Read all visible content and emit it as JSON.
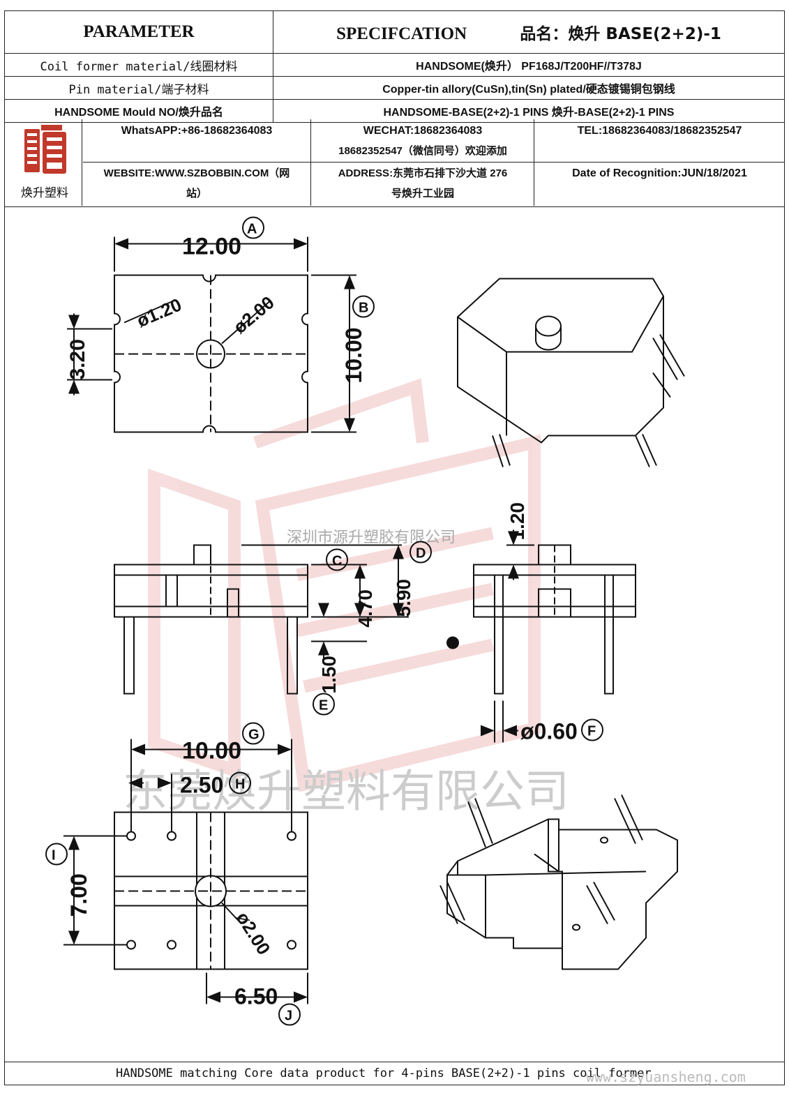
{
  "header": {
    "parameter": "PARAMETER",
    "specification": "SPECIFCATION",
    "product_name": "品名：焕升 BASE(2+2)-1"
  },
  "rows": [
    {
      "label": "Coil former material/线圈材料",
      "value": "HANDSOME(焕升）  PF168J/T200HF//T378J"
    },
    {
      "label": "Pin material/端子材料",
      "value": "Copper-tin allory(CuSn),tin(Sn) plated/硬态镀锡铜包钢线"
    },
    {
      "label": "HANDSOME Mould NO/焕升品名",
      "value": "HANDSOME-BASE(2+2)-1 PINS    焕升-BASE(2+2)-1 PINS"
    }
  ],
  "company": {
    "logo_text": "焕升塑料",
    "whatsapp": "WhatsAPP:+86-18682364083",
    "wechat_1": "WECHAT:18682364083",
    "wechat_2": "18682352547（微信同号）欢迎添加",
    "tel": "TEL:18682364083/18682352547",
    "website_1": "WEBSITE:WWW.SZBOBBIN.COM（网",
    "website_2": "站）",
    "address_1": "ADDRESS:东莞市石排下沙大道 276",
    "address_2": "号焕升工业园",
    "date": "Date of Recognition:JUN/18/2021"
  },
  "dimensions": {
    "A": "12.00",
    "A_label": "A",
    "B": "10.00",
    "B_label": "B",
    "h1": "3.20",
    "hole1": "ø1.20",
    "hole2": "ø2.00",
    "C": "4.70",
    "C_label": "C",
    "D": "5.90",
    "D_label": "D",
    "E": "1.50",
    "E_label": "E",
    "top": "1.20",
    "F": "ø0.60",
    "F_label": "F",
    "G": "10.00",
    "G_label": "G",
    "H": "2.50",
    "H_label": "H",
    "I": "7.00",
    "I_label": "I",
    "J": "6.50",
    "J_label": "J",
    "hole3": "ø2.00"
  },
  "watermarks": {
    "company_small": "深圳市源升塑胶有限公司",
    "company_large": "东莞焕升塑料有限公司",
    "url": "www.szyuansheng.com"
  },
  "footer": "HANDSOME matching Core data  product for 4-pins BASE(2+2)-1 pins coil former"
}
